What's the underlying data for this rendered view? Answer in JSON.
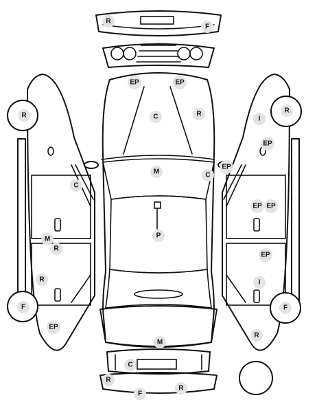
{
  "colors": {
    "line": "#111111",
    "badge": "#e3e3e3",
    "background": "#ffffff"
  },
  "badges": [
    {
      "part": "front-bumper-left",
      "text": "R"
    },
    {
      "part": "front-bumper-right",
      "text": "F"
    },
    {
      "part": "hood-left",
      "text": "EP"
    },
    {
      "part": "hood-right",
      "text": "EP"
    },
    {
      "part": "hood-center",
      "text": "C"
    },
    {
      "part": "hood-right-side",
      "text": "R"
    },
    {
      "part": "windshield",
      "text": "M"
    },
    {
      "part": "mirror-right",
      "text": "EP"
    },
    {
      "part": "a-pillar-right",
      "text": "C"
    },
    {
      "part": "roof",
      "text": "P"
    },
    {
      "part": "trunk",
      "text": "M"
    },
    {
      "part": "rear-bumper",
      "text": "C"
    },
    {
      "part": "rear-bumper-left",
      "text": "R"
    },
    {
      "part": "rear-bumper-center",
      "text": "F"
    },
    {
      "part": "rear-bumper-right",
      "text": "R"
    },
    {
      "part": "left-front-wheel",
      "text": "R"
    },
    {
      "part": "left-a-pillar",
      "text": "C"
    },
    {
      "part": "left-b-pillar",
      "text": "M"
    },
    {
      "part": "left-rear-door",
      "text": "R"
    },
    {
      "part": "left-rear-door-low",
      "text": "R"
    },
    {
      "part": "left-rear-wheel",
      "text": "F"
    },
    {
      "part": "left-rear-quarter",
      "text": "EP"
    },
    {
      "part": "right-front-wheel",
      "text": "R"
    },
    {
      "part": "right-fender",
      "text": "I"
    },
    {
      "part": "right-fender-low",
      "text": "EP"
    },
    {
      "part": "right-front-door-a",
      "text": "EP"
    },
    {
      "part": "right-front-door-b",
      "text": "EP"
    },
    {
      "part": "right-rear-door",
      "text": "EP"
    },
    {
      "part": "right-rear-door-low",
      "text": "I"
    },
    {
      "part": "right-rear-wheel",
      "text": "F"
    },
    {
      "part": "right-rear-quarter",
      "text": "R"
    }
  ]
}
